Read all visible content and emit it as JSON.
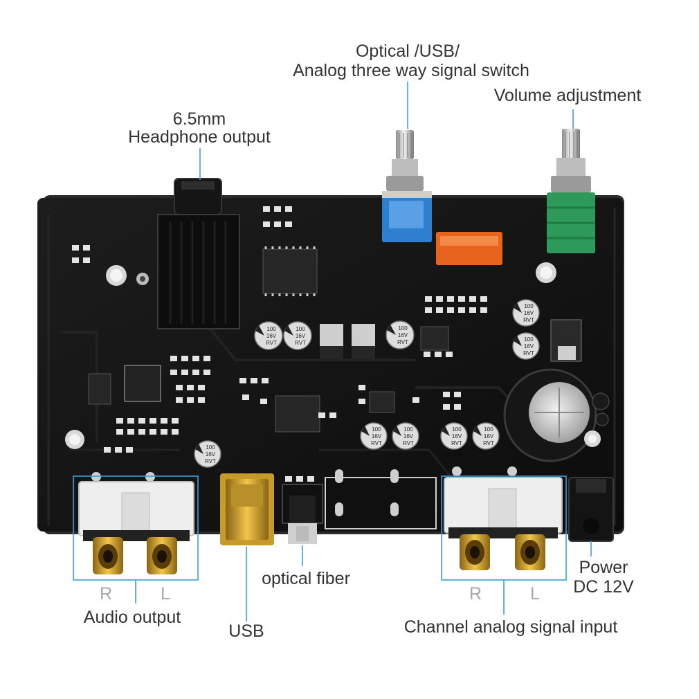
{
  "labels": {
    "switch_line1": "Optical /USB/",
    "switch_line2": "Analog three way signal switch",
    "volume": "Volume adjustment",
    "headphone_line1": "6.5mm",
    "headphone_line2": "Headphone output",
    "out_r": "R",
    "out_l": "L",
    "audio_output": "Audio output",
    "usb": "USB",
    "optical_fiber": "optical fiber",
    "in_r": "R",
    "in_l": "L",
    "channel_input": "Channel analog signal input",
    "power_line1": "Power",
    "power_line2": "DC 12V"
  },
  "capacitor_text": [
    "100",
    "16V",
    "RVT"
  ],
  "colors": {
    "accent_line": "#3aa0d8",
    "label_text": "#333333",
    "rl_text": "#a8a8a8",
    "pcb": "#141414",
    "switch_pot": "#2f7fd0",
    "volume_pot": "#2e9a5a",
    "relay": "#e8641e",
    "rca_gold": "#d9a52a",
    "usb_gold": "#c79a2a"
  }
}
